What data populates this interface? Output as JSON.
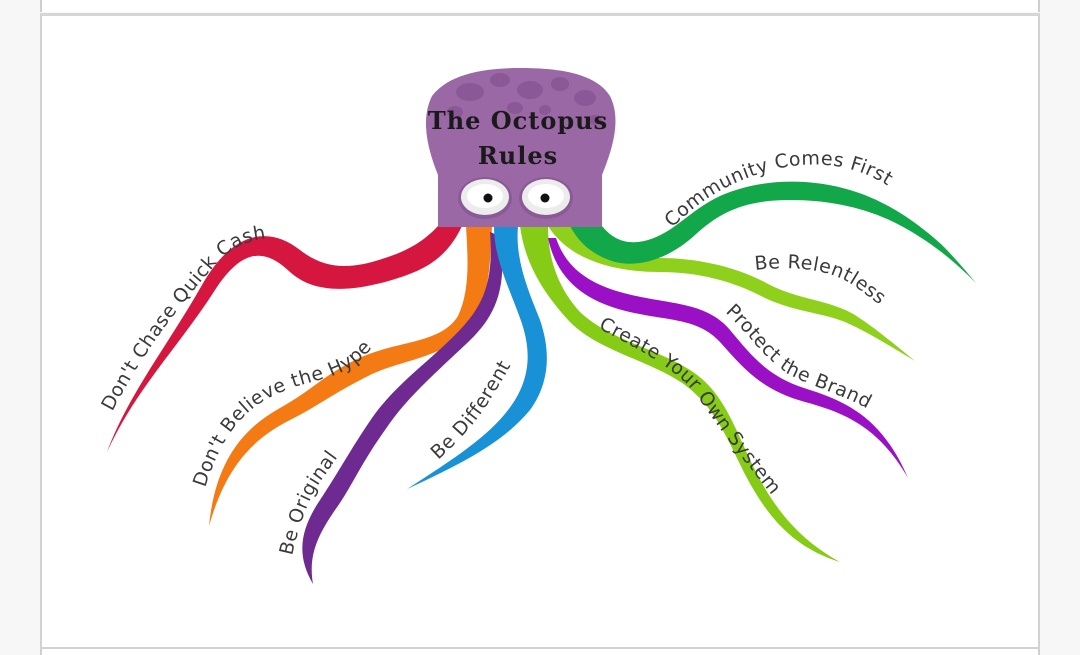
{
  "diagram": {
    "title_line1": "The Octopus",
    "title_line2": "Rules",
    "head_color": "#9b68a6",
    "head_spot_color": "#8a5896",
    "arms": [
      {
        "id": "red",
        "label": "Don't Chase Quick Cash",
        "color": "#d5173f"
      },
      {
        "id": "orange",
        "label": "Don't Believe the Hype",
        "color": "#f47a14"
      },
      {
        "id": "dark-purple",
        "label": "Be Original",
        "color": "#6e2a90"
      },
      {
        "id": "blue",
        "label": "Be Different",
        "color": "#1891d6"
      },
      {
        "id": "lime-system",
        "label": "Create Your Own System",
        "color": "#86cc17"
      },
      {
        "id": "violet",
        "label": "Protect the Brand",
        "color": "#9a10c4"
      },
      {
        "id": "lime-relent",
        "label": "Be Relentless",
        "color": "#8fd01c"
      },
      {
        "id": "green",
        "label": "Community Comes First",
        "color": "#12a84a"
      }
    ]
  }
}
